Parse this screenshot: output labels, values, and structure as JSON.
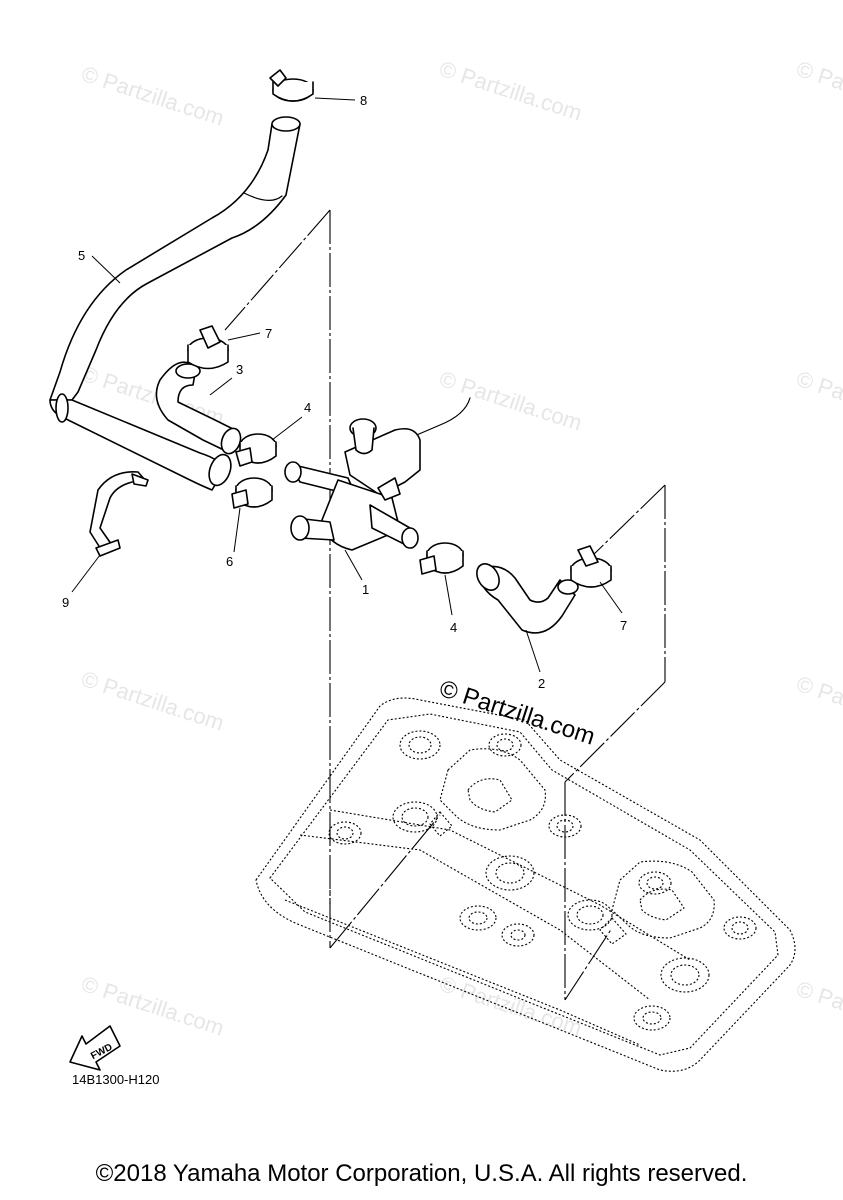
{
  "watermark": "© Partzilla.com",
  "watermark_main": "© Partzilla.com",
  "callouts": [
    "8",
    "5",
    "7",
    "3",
    "4",
    "1",
    "6",
    "9",
    "4",
    "7",
    "2"
  ],
  "fwd_label": "FWD",
  "drawing_code": "14B1300-H120",
  "copyright": "©2018 Yamaha Motor Corporation, U.S.A. All rights reserved."
}
